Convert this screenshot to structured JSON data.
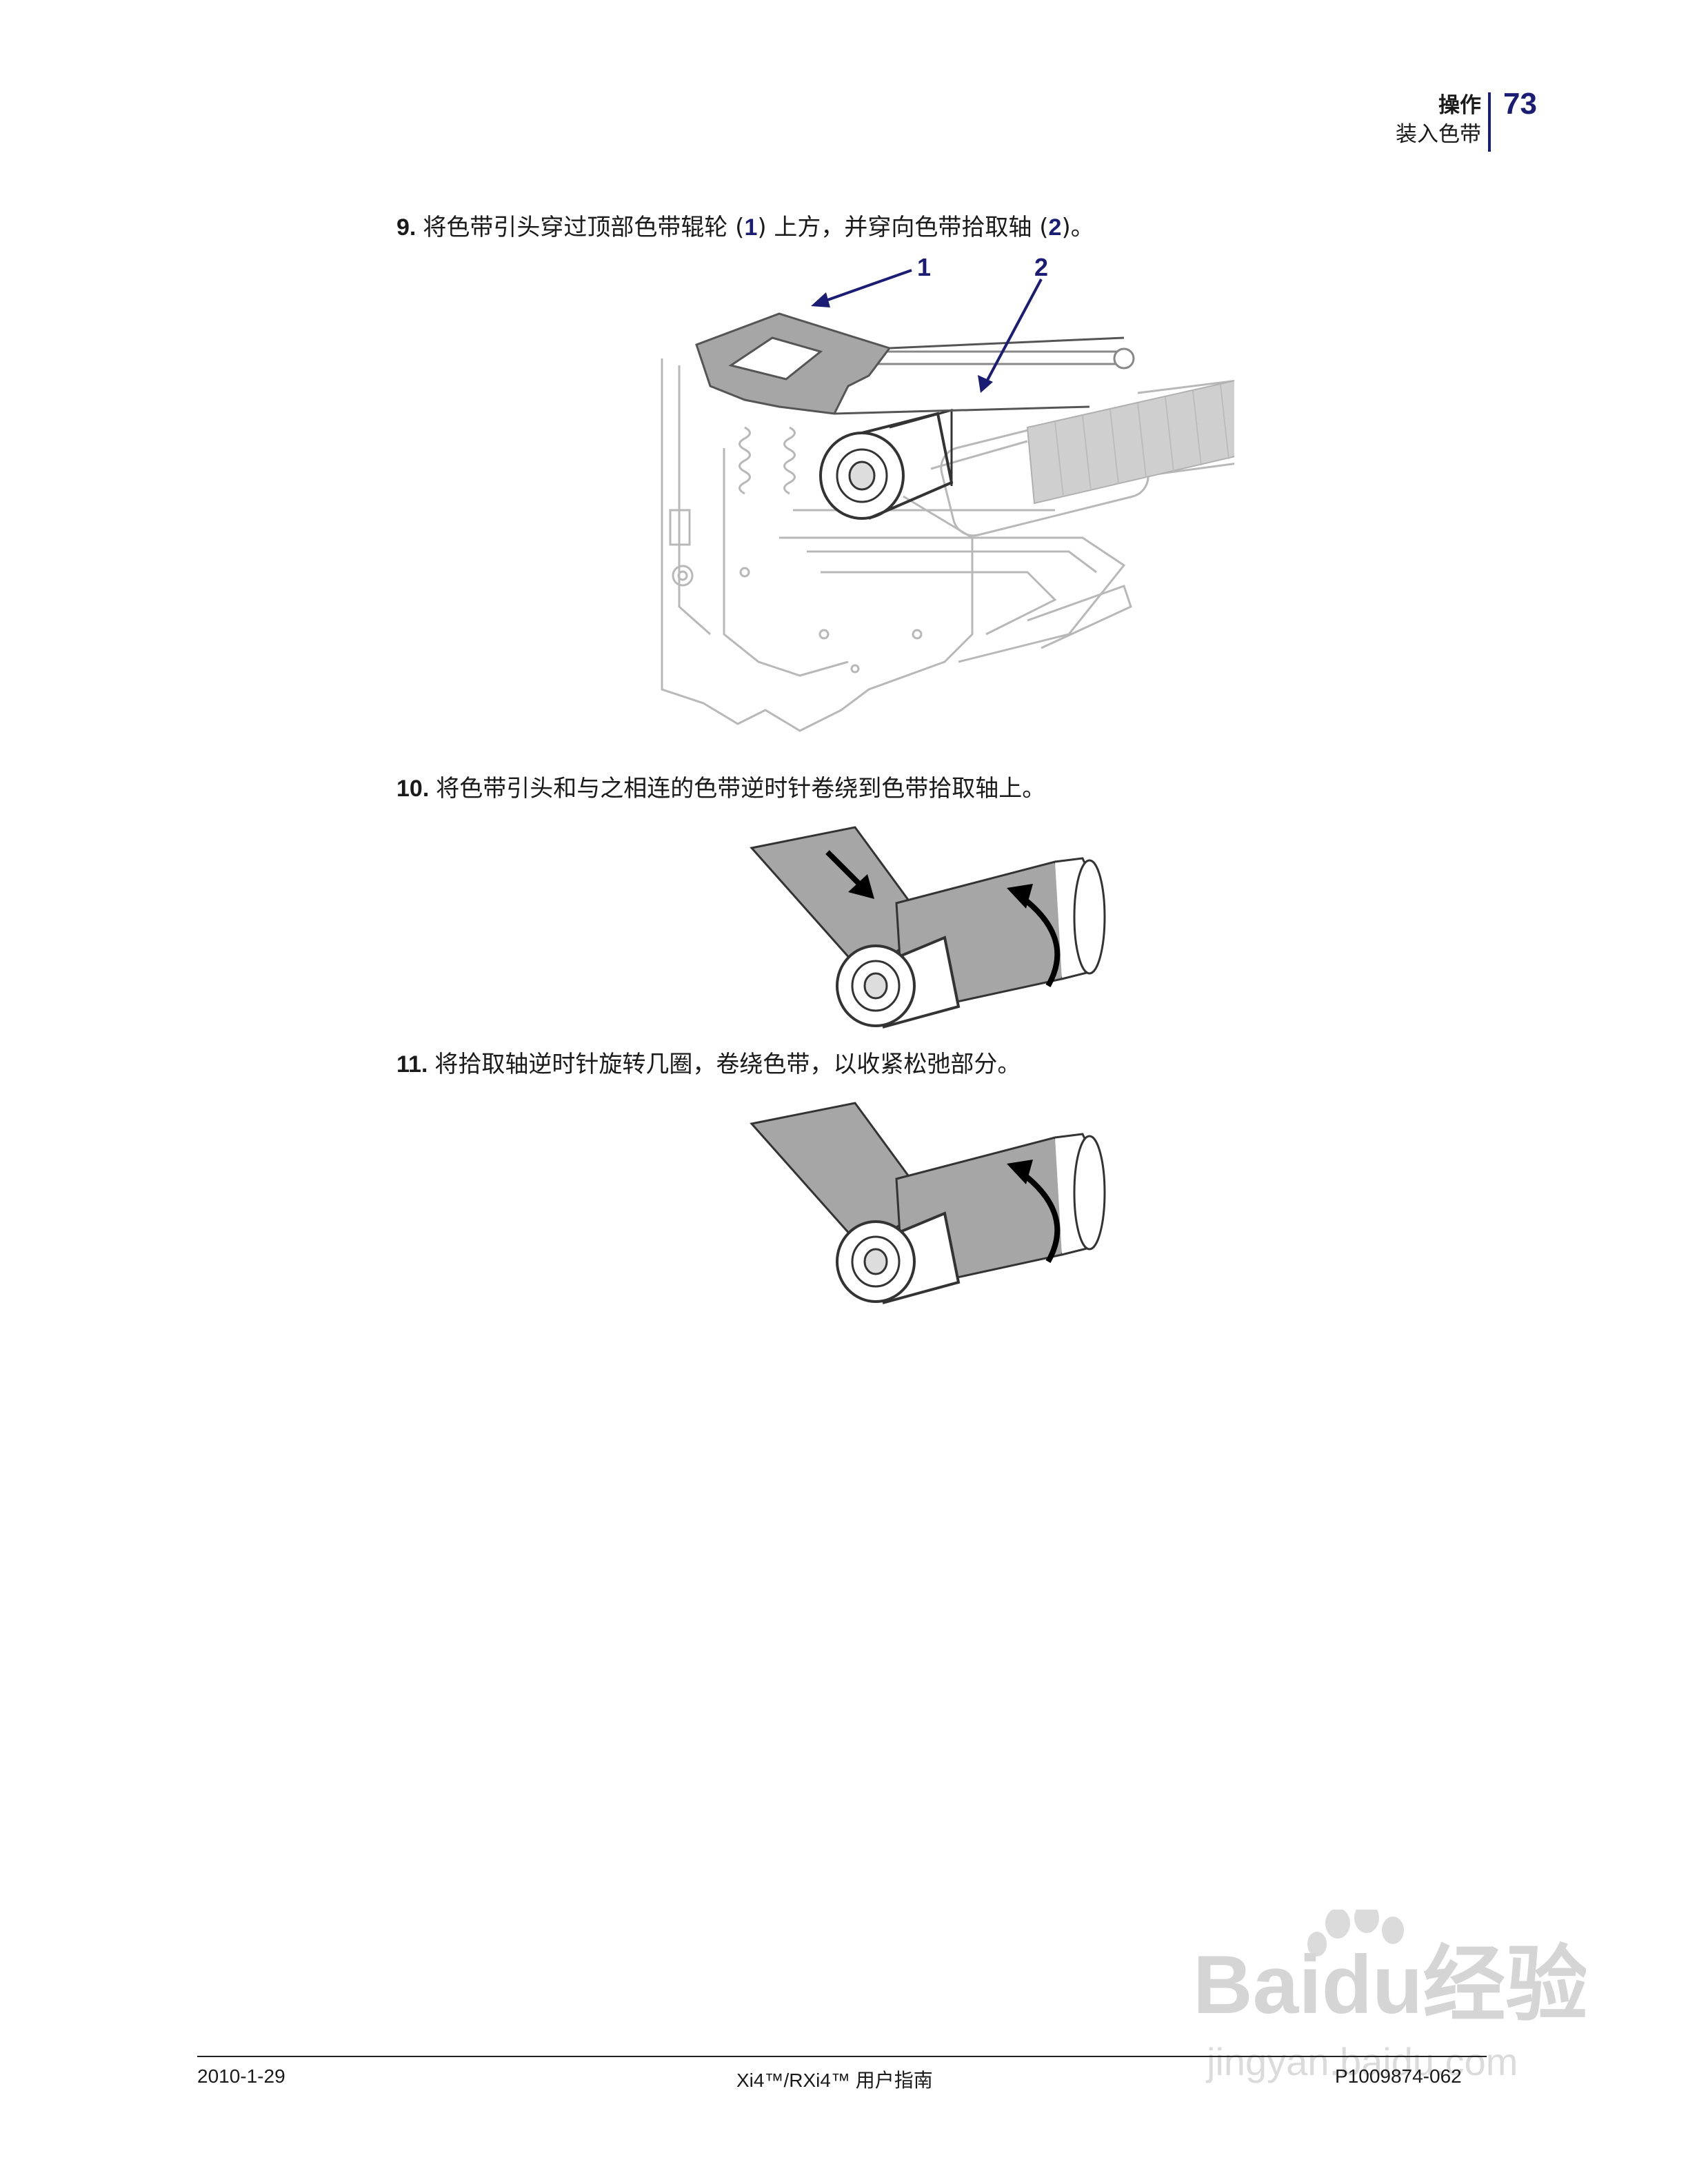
{
  "header": {
    "chapter": "操作",
    "section": "装入色带",
    "page_number": "73"
  },
  "steps": [
    {
      "number": "9.",
      "text_before_1": "将色带引头穿过顶部色带辊轮 (",
      "ref_1": "1",
      "text_between": ") 上方，并穿向色带拾取轴 (",
      "ref_2": "2",
      "text_after": ")。",
      "callouts": [
        "1",
        "2"
      ]
    },
    {
      "number": "10.",
      "text": "将色带引头和与之相连的色带逆时针卷绕到色带拾取轴上。"
    },
    {
      "number": "11.",
      "text": "将拾取轴逆时针旋转几圈，卷绕色带，以收紧松弛部分。"
    }
  ],
  "footer": {
    "date": "2010-1-29",
    "title": "Xi4™/RXi4™ 用户指南",
    "part_number": "P1009874-062"
  },
  "watermark": {
    "brand": "Baidu经验",
    "url": "jingyan.baidu.com"
  },
  "colors": {
    "accent": "#1b1d74",
    "ribbon_gray": "#a6a6a6",
    "line_gray": "#bbbbbb"
  }
}
